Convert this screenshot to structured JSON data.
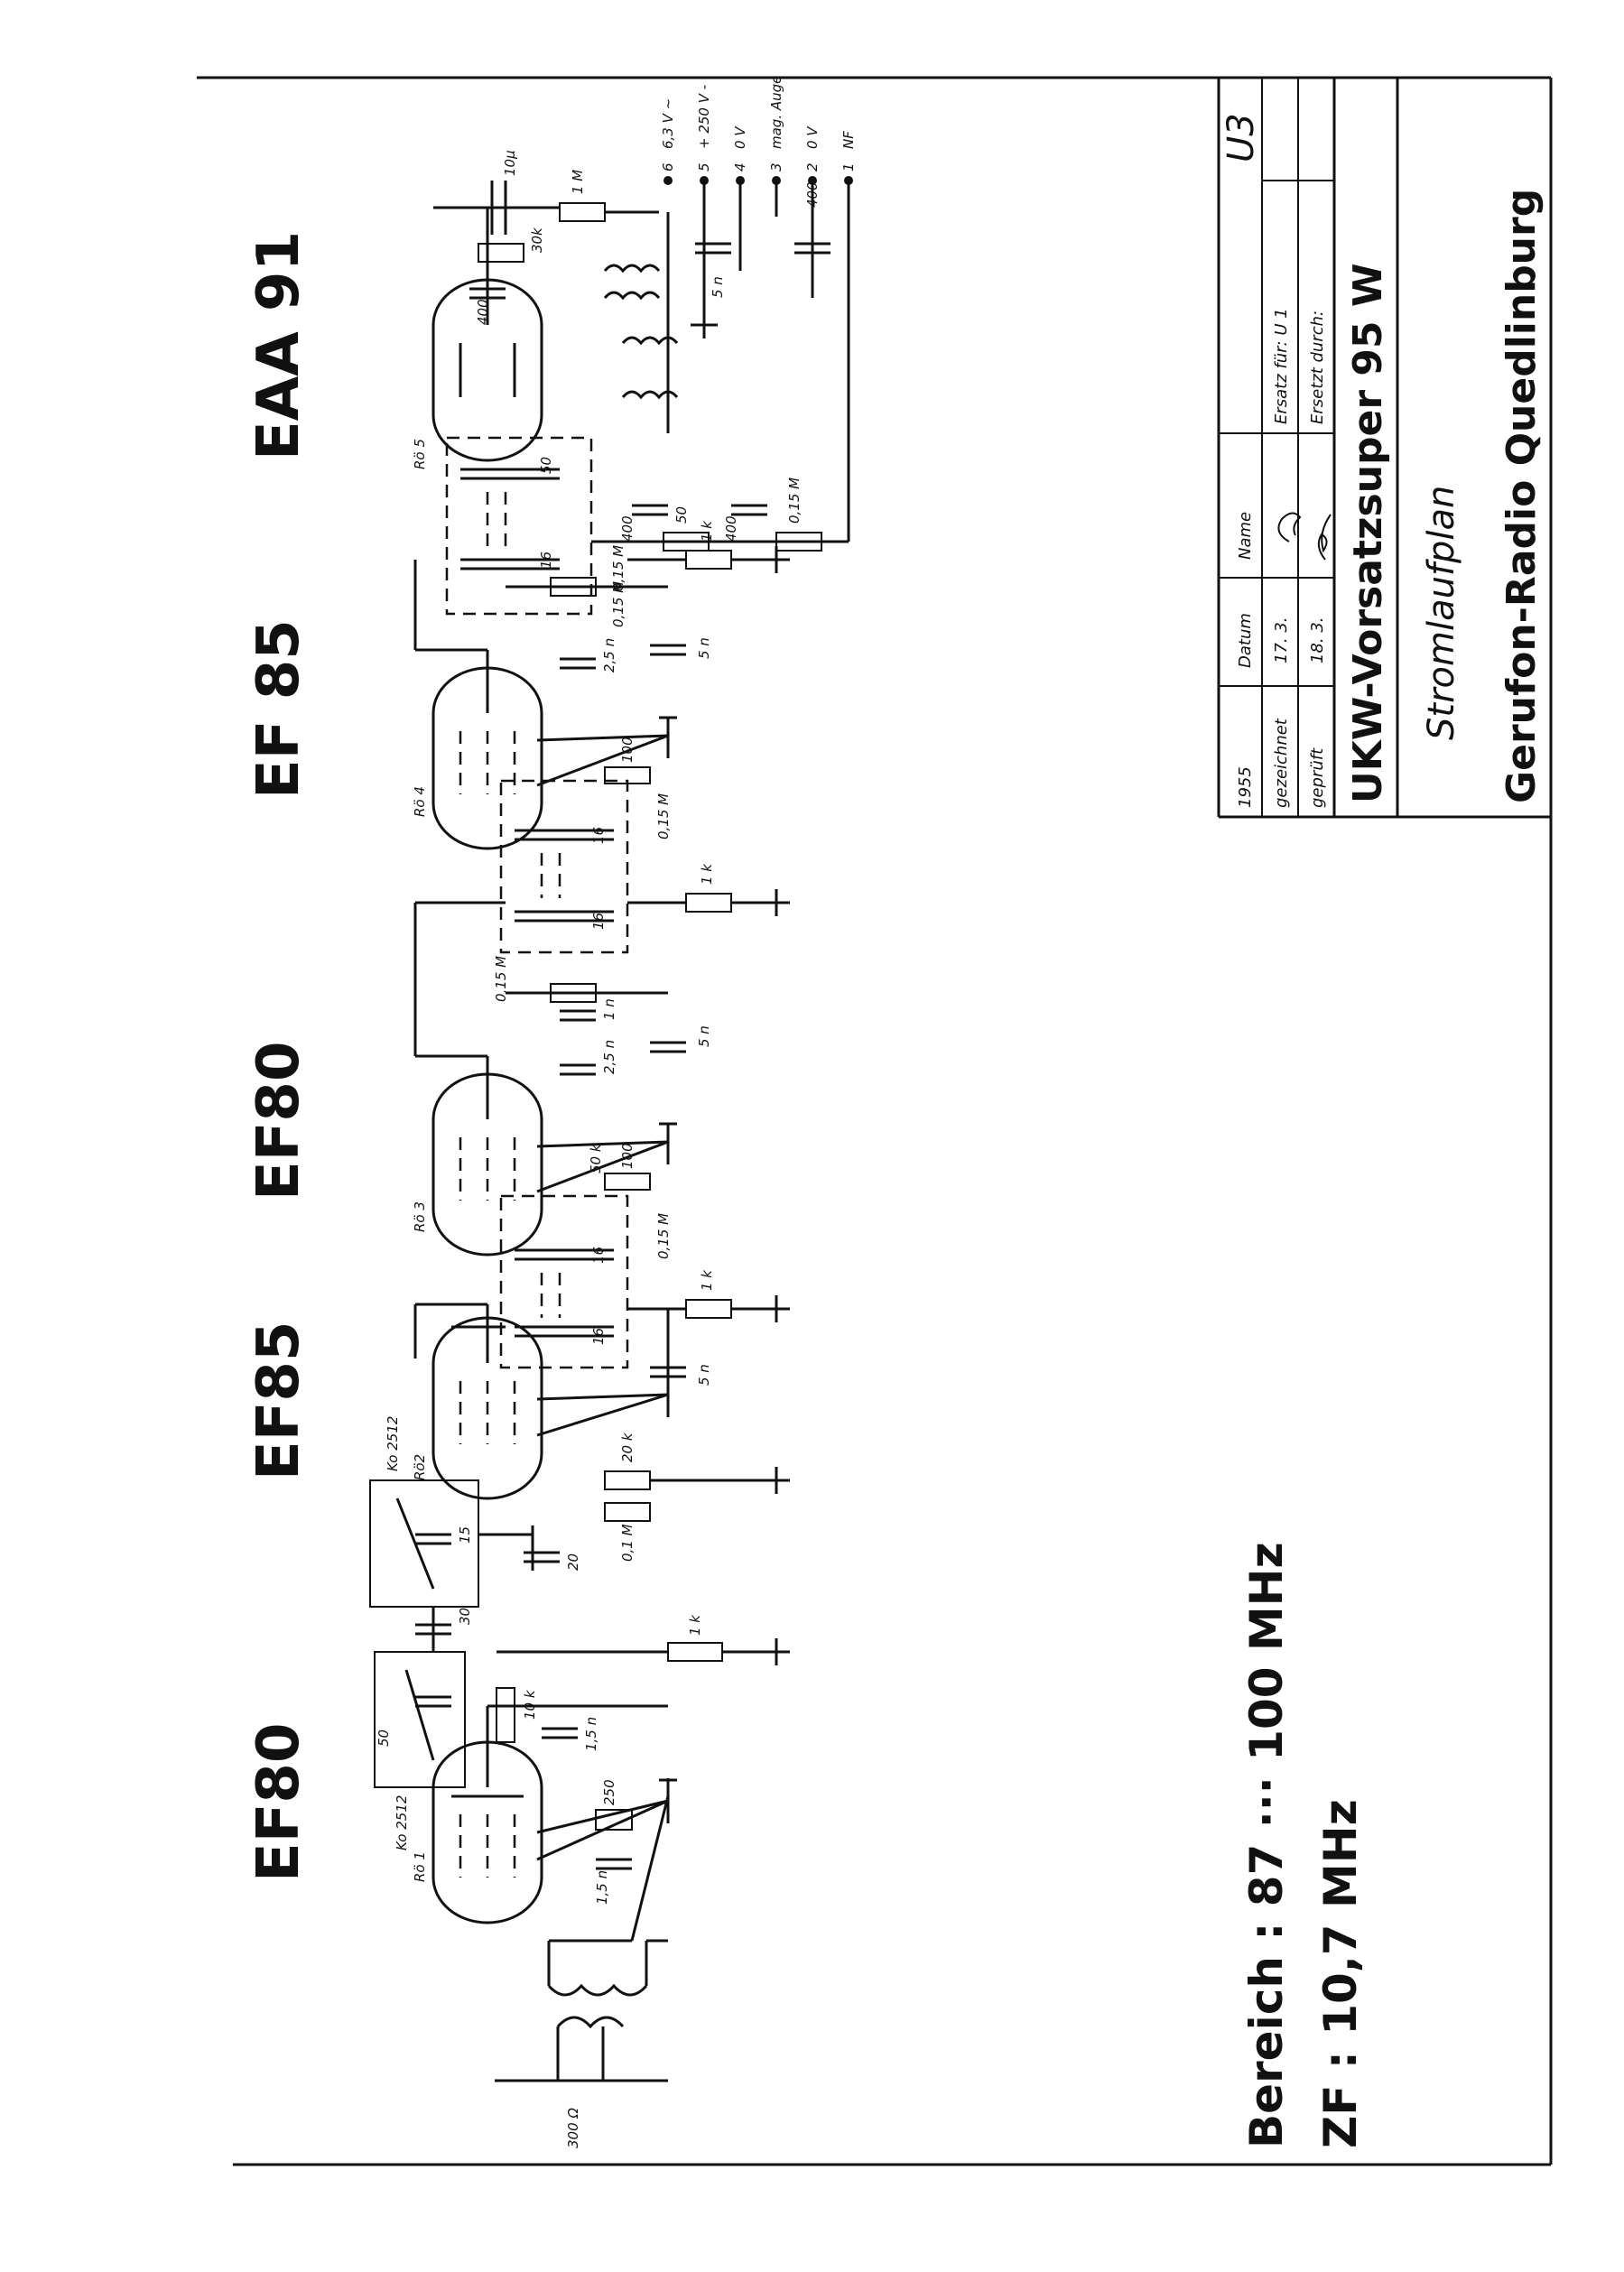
{
  "tubes": {
    "t1": "EF80",
    "t2": "EF85",
    "t3": "EF80",
    "t4": "EF 85",
    "t5": "EAA 91"
  },
  "stage_labels": {
    "r1": "Rö 1",
    "r2": "Rö2",
    "r3": "Rö 3",
    "r4": "Rö 4",
    "r5": "Rö 5"
  },
  "specs": {
    "range": "Bereich : 87 ··· 100 MHz",
    "if": "ZF : 10,7 MHz"
  },
  "antenna": "300 Ω",
  "title_block": {
    "code": "U3",
    "year": "1955",
    "col_date": "Datum",
    "col_name": "Name",
    "drawn_label": "gezeichnet",
    "drawn_date": "17. 3.",
    "checked_label": "geprüft",
    "checked_date": "18. 3.",
    "replaces": "Ersatz für: U 1",
    "replaced_by": "Ersetzt durch:",
    "title": "UKW-Vorsatzsuper 95 W",
    "subtitle": "Stromlaufplan",
    "company": "Gerufon-Radio Quedlinburg"
  },
  "terminals": [
    {
      "num": "6",
      "label": "6,3 V ~"
    },
    {
      "num": "5",
      "label": "+ 250 V -"
    },
    {
      "num": "4",
      "label": "0 V"
    },
    {
      "num": "3",
      "label": "mag. Auge"
    },
    {
      "num": "2",
      "label": "0 V"
    },
    {
      "num": "1",
      "label": "NF"
    }
  ],
  "components": {
    "c_10u": "10µ",
    "r_1M": "1 M",
    "r_30k": "30k",
    "c_400a": "400",
    "c_5n_supply": "5 n",
    "c_400_nf": "400",
    "c_50a": "50",
    "c_16a": "16",
    "c_400b": "400",
    "r_50": "50",
    "c_400c": "400",
    "r_015a": "0,15 M",
    "r_015b": "0,15 M",
    "c_25a": "2,5 n",
    "r_1k_a": "1 k",
    "c_5n_a": "5 n",
    "r_100_a": "100",
    "r_015c": "0,15 M",
    "c_16b": "16",
    "c_16c": "16",
    "r_1k_b": "1 k",
    "r_015d": "0,15 M",
    "c_1n": "1 n",
    "c_5n_b": "5 n",
    "c_25b": "2,5 n",
    "r_50k": "50 k",
    "r_100_b": "100",
    "r_015e": "0,15 M",
    "c_16d": "16",
    "c_16e": "16",
    "r_1k_c": "1 k",
    "c_5n_c": "5 n",
    "kc_a": "Ko 2512",
    "c_15": "15",
    "c_20": "20",
    "r_20k": "20 k",
    "r_01M": "0,1 M",
    "c_30": "30",
    "r_1k_d": "1 k",
    "c_50b": "50",
    "kc_b": "Ko 2512",
    "r_10k": "10 k",
    "c_15n_a": "1,5 n",
    "r_250": "250",
    "c_15n_b": "1,5 n"
  }
}
